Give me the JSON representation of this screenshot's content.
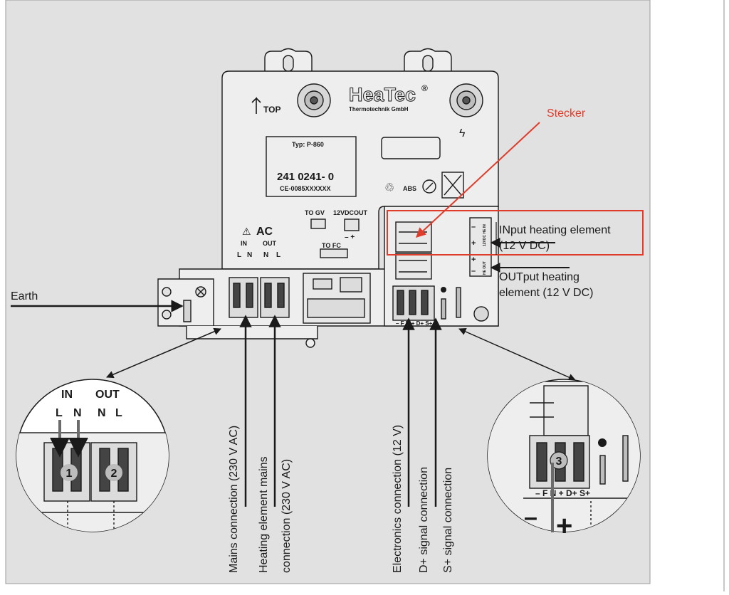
{
  "device": {
    "brand": "HeaTec",
    "brand_mark": "®",
    "brand_sub": "Thermotechnik GmbH",
    "top_label": "TOP",
    "type_label": "Typ: P-860",
    "part_number": "241 0241- 0",
    "ce_label": "CE-0085XXXXXX",
    "abs_label": "ABS",
    "ac_label": "AC",
    "in_label": "IN",
    "out_label": "OUT",
    "l_label": "L",
    "n_label": "N",
    "to_gv": "TO GV",
    "vdc_out": "12VDCOUT",
    "minus_plus": "– +",
    "to_fc": "TO FC",
    "bottom_terminals": "– F   N   +  D+  S+",
    "minus": "–",
    "plus": "+",
    "side_in": "12VDC HE IN",
    "side_out": "HE OUT"
  },
  "callouts": {
    "stecker": "Stecker",
    "input_line1": "INput heating element",
    "input_line2": "(12 V DC)",
    "output_line1": "OUTput heating",
    "output_line2": "element (12 V DC)",
    "earth": "Earth",
    "mains": "Mains connection (230 V AC)",
    "heating_mains_1": "Heating element mains",
    "heating_mains_2": "connection (230 V AC)",
    "electronics": "Electronics connection (12 V)",
    "d_signal": "D+ signal connection",
    "s_signal": "S+ signal connection"
  },
  "zoom_left": {
    "in": "IN",
    "out": "OUT",
    "l1": "L",
    "n1": "N",
    "n2": "N",
    "l2": "L",
    "badge1": "1",
    "badge2": "2"
  },
  "zoom_right": {
    "badge3": "3",
    "terminals": "– F   N   +  D+  S+",
    "minus": "–",
    "plus": "+"
  },
  "colors": {
    "background": "#e1e1e1",
    "housing": "#eeeeee",
    "line": "#1a1a1a",
    "accent": "#e03c2b"
  }
}
